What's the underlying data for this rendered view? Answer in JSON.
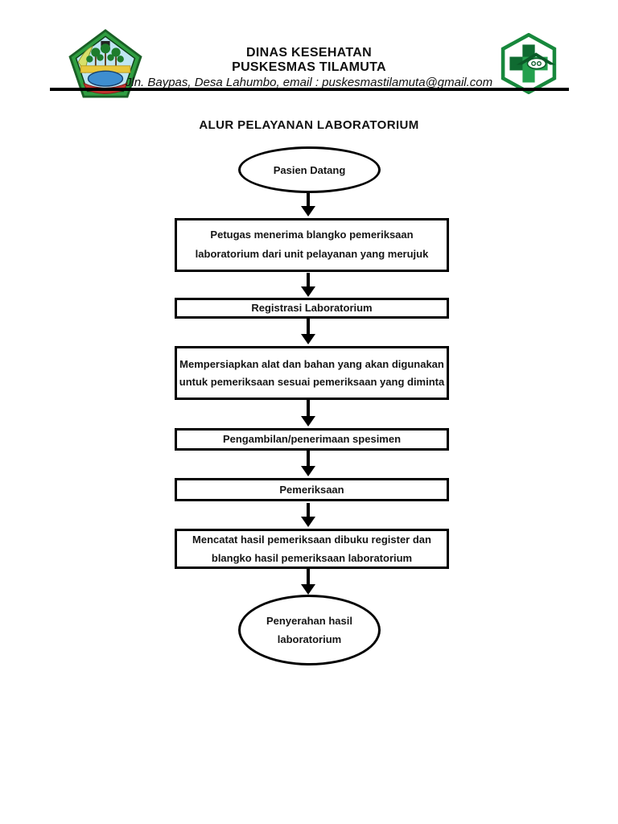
{
  "header": {
    "line1": "DINAS KESEHATAN",
    "line2": "PUSKESMAS TILAMUTA",
    "address": "Jln. Baypas, Desa Lahumbo, email : puskesmastilamuta@gmail.com"
  },
  "title": "ALUR PELAYANAN LABORATORIUM",
  "flowchart": {
    "start": "Pasien Datang",
    "steps": [
      "Petugas menerima blangko pemeriksaan laboratorium dari unit pelayanan yang merujuk",
      "Registrasi Laboratorium",
      "Mempersiapkan alat dan bahan yang akan digunakan untuk pemeriksaan sesuai pemeriksaan yang diminta",
      "Pengambilan/penerimaan spesimen",
      "Pemeriksaan",
      "Mencatat hasil pemeriksaan dibuku register dan blangko hasil pemeriksaan laboratorium"
    ],
    "end": "Penyerahan hasil laboratorium"
  },
  "icons": {
    "left_logo": "boalemo-regency-seal",
    "right_logo": "puskesmas-cross-logo"
  },
  "colors": {
    "flowchart_stroke": "#000000",
    "puskesmas_green": "#17883c",
    "puskesmas_green_dark": "#0d5c28",
    "seal_green": "#2f9e41",
    "seal_sky_blue": "#bfe6f2",
    "seal_field_yellow": "#e9c83d",
    "seal_water_blue": "#3e8ed0",
    "seal_ribbon_red": "#c53430"
  }
}
